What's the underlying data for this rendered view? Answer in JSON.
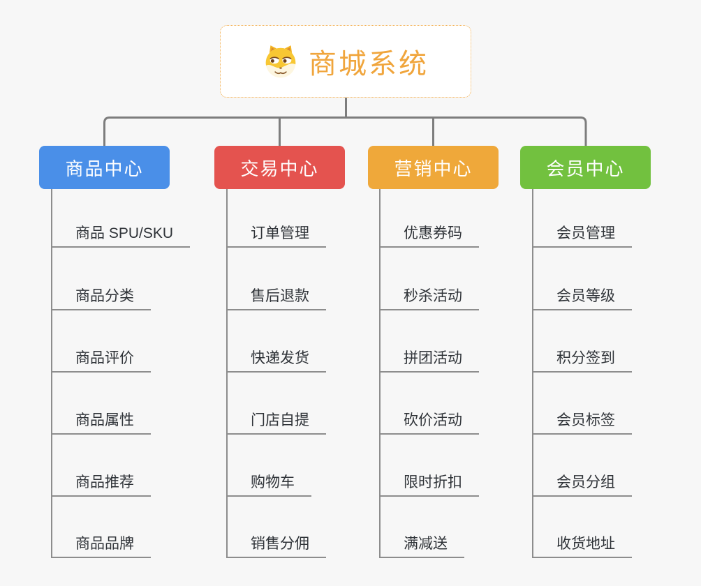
{
  "root": {
    "title": "商城系统",
    "icon": "dog-face-icon"
  },
  "colors": {
    "background": "#f7f7f7",
    "root_text": "#f0a53c",
    "root_border": "#f2b053",
    "connector": "#7d7d7d",
    "leaf_line": "#8d8d8d",
    "leaf_text": "#2f3338",
    "branch_product": "#4a8fe8",
    "branch_trade": "#e4534f",
    "branch_marketing": "#efa83a",
    "branch_member": "#72c13f"
  },
  "branches": [
    {
      "label": "商品中心",
      "color": "#4a8fe8",
      "items": [
        "商品 SPU/SKU",
        "商品分类",
        "商品评价",
        "商品属性",
        "商品推荐",
        "商品品牌"
      ]
    },
    {
      "label": "交易中心",
      "color": "#e4534f",
      "items": [
        "订单管理",
        "售后退款",
        "快递发货",
        "门店自提",
        "购物车",
        "销售分佣"
      ]
    },
    {
      "label": "营销中心",
      "color": "#efa83a",
      "items": [
        "优惠券码",
        "秒杀活动",
        "拼团活动",
        "砍价活动",
        "限时折扣",
        "满减送"
      ]
    },
    {
      "label": "会员中心",
      "color": "#72c13f",
      "items": [
        "会员管理",
        "会员等级",
        "积分签到",
        "会员标签",
        "会员分组",
        "收货地址"
      ]
    }
  ]
}
